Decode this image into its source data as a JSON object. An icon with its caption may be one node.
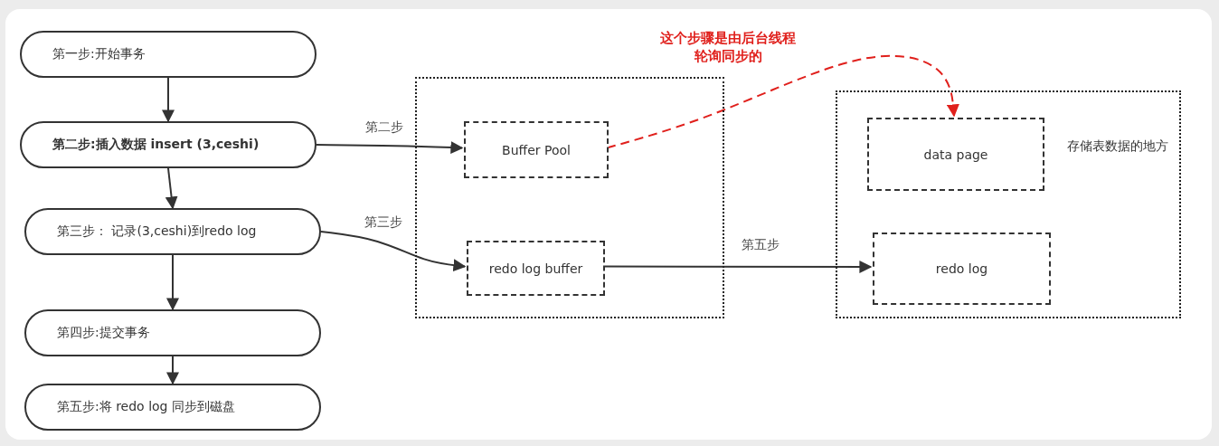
{
  "diagram": {
    "nodes": [
      {
        "text": [
          "第一步:开始事务"
        ]
      },
      {
        "text": [
          "第二步:插入数据 insert (3,ceshi)"
        ]
      },
      {
        "text": [
          "第三步： 记录(3,ceshi)到redo log"
        ]
      },
      {
        "text": [
          "第四步:提交事务"
        ]
      },
      {
        "text": [
          "第五步:将 redo log 同步到磁盘"
        ]
      },
      {
        "text": [],
        "shape": "box"
      },
      {
        "text": [
          "Buffer Pool"
        ],
        "in": 5
      },
      {
        "text": [
          "redo log buffer"
        ],
        "in": 5
      },
      {
        "text": [
          "存储表数据的地方"
        ]
      },
      {
        "text": [
          "data page"
        ],
        "in": 8
      },
      {
        "text": [
          "redo log"
        ],
        "in": 8
      }
    ],
    "edges": [
      {
        "from": 0,
        "to": 1,
        "arrow": "to"
      },
      {
        "from": 1,
        "to": 2,
        "arrow": "to"
      },
      {
        "from": 2,
        "to": 3,
        "arrow": "to"
      },
      {
        "from": 3,
        "to": 4,
        "arrow": "to"
      },
      {
        "from": 1,
        "to": 6,
        "arrow": "to",
        "label": "第二步"
      },
      {
        "from": 2,
        "to": 7,
        "arrow": "to",
        "label": "第三步"
      },
      {
        "from": 7,
        "to": 10,
        "arrow": "to",
        "label": "第五步"
      },
      {
        "from": 6,
        "to": 9,
        "arrow": "to",
        "label": "这个步骤是由后台线程轮询同步的",
        "style": "dashed",
        "color": "#e0201c"
      }
    ]
  }
}
